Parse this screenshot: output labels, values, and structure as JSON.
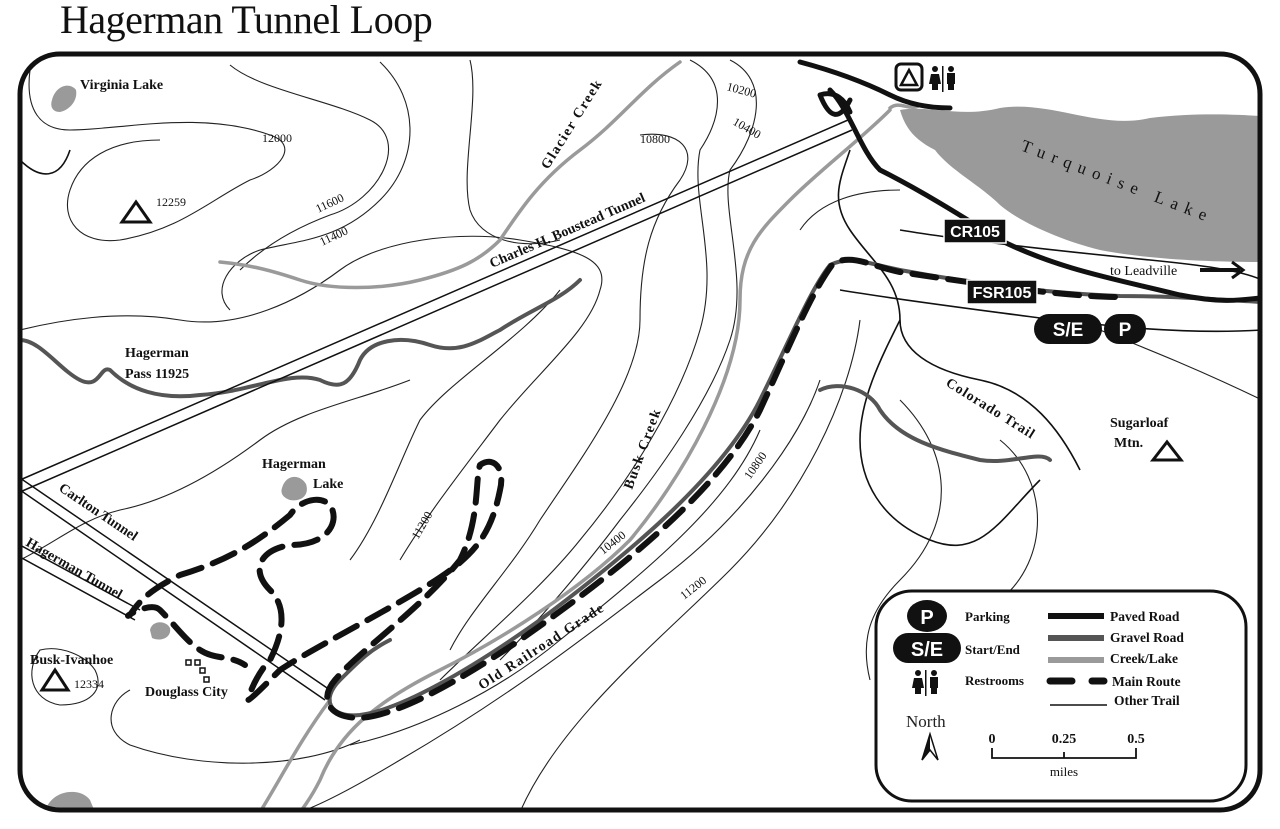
{
  "title": "Hagerman Tunnel Loop",
  "colors": {
    "paved": "#111111",
    "gravel": "#555555",
    "creek": "#9a9a9a",
    "lake": "#9a9a9a",
    "route": "#111111"
  },
  "places": {
    "virginia_lake": "Virginia Lake",
    "peak_12259": "12259",
    "hagerman_pass": "Hagerman",
    "hagerman_pass_2": "Pass 11925",
    "hagerman_lake": "Hagerman",
    "hagerman_lake_2": "Lake",
    "busk_ivanhoe": "Busk-Ivanhoe",
    "peak_12334": "12334",
    "douglass_city": "Douglass City",
    "sugarloaf": "Sugarloaf",
    "sugarloaf_2": "Mtn.",
    "turquoise_lake": "Turquoise Lake",
    "to_leadville": "to Leadville"
  },
  "features": {
    "glacier_creek": "Glacier Creek",
    "busk_creek": "Busk Creek",
    "boustead_tunnel": "Charles H. Boustead Tunnel",
    "carlton_tunnel": "Carlton Tunnel",
    "hagerman_tunnel": "Hagerman Tunnel",
    "old_railroad_grade": "Old Railroad Grade",
    "colorado_trail": "Colorado Trail"
  },
  "contours": {
    "c12000": "12000",
    "c11600": "11600",
    "c11400": "11400",
    "c10800a": "10800",
    "c10200": "10200",
    "c10400a": "10400",
    "c11200a": "11200",
    "c10400b": "10400",
    "c10800b": "10800",
    "c11200b": "11200"
  },
  "roads": {
    "cr": "CR105",
    "fsr": "FSR105"
  },
  "badges": {
    "start_end": "S/E",
    "parking": "P"
  },
  "legend": {
    "parking": "Parking",
    "start_end": "Start/End",
    "restrooms": "Restrooms",
    "paved_road": "Paved Road",
    "gravel_road": "Gravel Road",
    "creek_lake": "Creek/Lake",
    "main_route": "Main Route",
    "other_trail": "Other Trail",
    "north": "North",
    "scale_ticks": [
      "0",
      "0.25",
      "0.5"
    ],
    "scale_unit": "miles"
  }
}
